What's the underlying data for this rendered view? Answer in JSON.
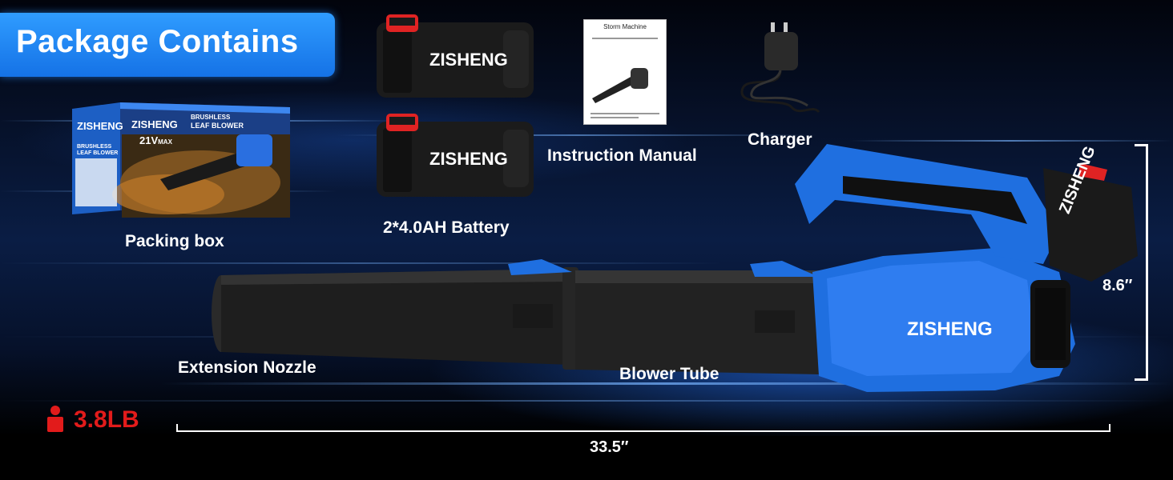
{
  "banner": {
    "title": "Package Contains"
  },
  "items": {
    "packing_box": {
      "label": "Packing box",
      "brand": "ZISHENG",
      "side_brand": "ZISHENG",
      "line1": "BRUSHLESS",
      "line2": "LEAF BLOWER",
      "voltage": "21V",
      "voltage_suffix": "MAX",
      "side_line1": "BRUSHLESS",
      "side_line2": "LEAF BLOWER"
    },
    "battery": {
      "label": "2*4.0AH Battery",
      "brand": "ZISHENG"
    },
    "manual": {
      "label": "Instruction Manual",
      "title": "Storm Machine"
    },
    "charger": {
      "label": "Charger"
    },
    "extension_nozzle": {
      "label": "Extension Nozzle"
    },
    "blower_tube": {
      "label": "Blower Tube"
    },
    "blower": {
      "brand": "ZISHENG",
      "battery_brand": "ZISHENG"
    }
  },
  "specs": {
    "weight": "3.8LB",
    "height": "8.6″",
    "length": "33.5″"
  },
  "colors": {
    "accent_blue": "#1f6fe0",
    "banner_blue": "#2f9cff",
    "weight_red": "#e21b1b",
    "battery_red": "#e02323"
  }
}
